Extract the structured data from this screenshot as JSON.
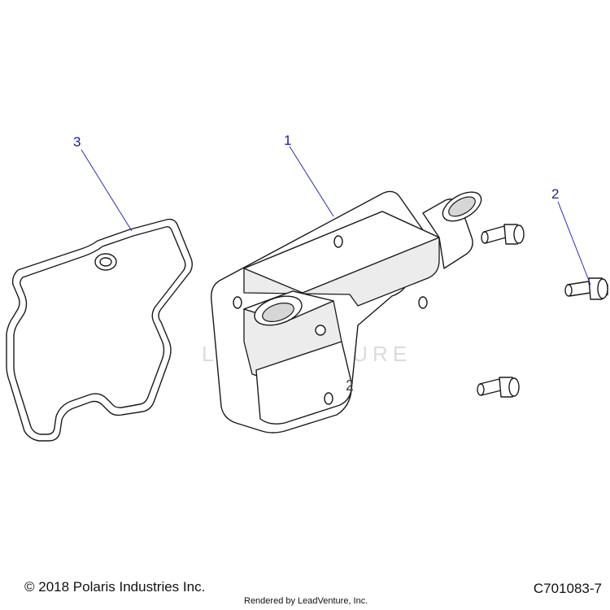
{
  "callouts": {
    "part_1": "1",
    "part_2": "2",
    "part_3": "3"
  },
  "watermark": "LEADVENTURE",
  "cover_mark": "2",
  "footer": {
    "copyright": "© 2018 Polaris Industries Inc.",
    "rendered_by": "Rendered by LeadVenture, Inc.",
    "diagram_code": "C701083-7"
  },
  "colors": {
    "callout": "#1a1aa6",
    "leader": "#2a2ab8",
    "outline": "#1a1a1a"
  },
  "icons": [
    "gasket-icon",
    "cover-icon",
    "bolt-icon"
  ]
}
